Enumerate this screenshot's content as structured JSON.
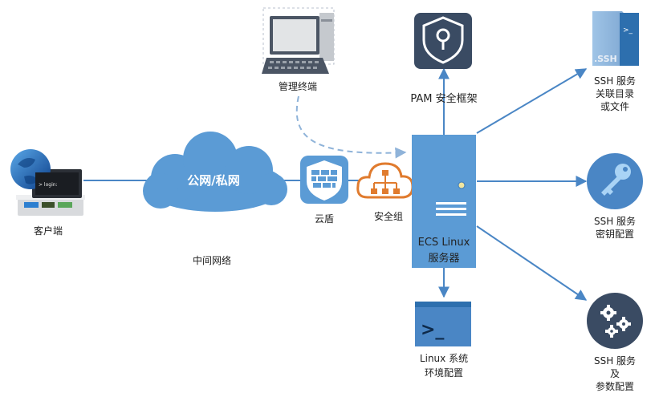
{
  "labels": {
    "client": "客户端",
    "management_terminal": "管理终端",
    "cloud": "公网/私网",
    "intermediate_network": "中间网络",
    "cloud_shield": "云盾",
    "security_group": "安全组",
    "pam": "PAM 安全框架",
    "ecs_line1": "ECS Linux",
    "ecs_line2": "服务器",
    "linux_env_line1": "Linux 系统",
    "linux_env_line2": "环境配置",
    "ssh_dir_line1": "SSH 服务",
    "ssh_dir_line2": "关联目录",
    "ssh_dir_line3": "或文件",
    "ssh_key_line1": "SSH 服务",
    "ssh_key_line2": "密钥配置",
    "ssh_param_line1": "SSH 服务",
    "ssh_param_line2": "及",
    "ssh_param_line3": "参数配置",
    "terminal_prompt": "> login:",
    "ssh_file_ext": ".SSH",
    "ssh_file_prompt": ">_"
  },
  "icons": {
    "client": "laptop-globe-icon",
    "management_terminal": "desktop-computer-icon",
    "cloud": "cloud-icon",
    "cloud_shield": "firewall-shield-icon",
    "security_group": "network-cloud-icon",
    "pam": "shield-lock-icon",
    "ecs": "server-tower-icon",
    "linux_env": "terminal-window-icon",
    "ssh_dir": "ssh-file-icon",
    "ssh_key": "key-icon",
    "ssh_param": "gears-icon"
  },
  "colors": {
    "arrow": "#4a86c5",
    "server": "#5b9bd5",
    "cloud": "#5b9bd5",
    "dark_icon": "#3a4b63",
    "security_group": "#e07b2e",
    "text": "#222222"
  }
}
